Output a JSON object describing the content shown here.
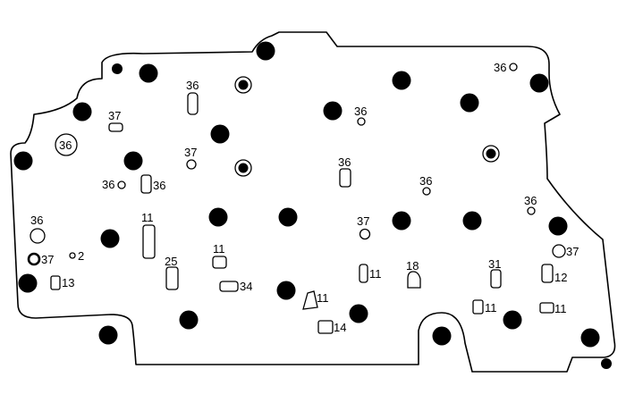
{
  "callouts": {
    "c1": "36",
    "c2": "37",
    "c3": "36",
    "c4": "37",
    "c5": "36",
    "c6": "36",
    "c7": "11",
    "c8": "36",
    "c9": "37",
    "c10": "2",
    "c11": "13",
    "c12": "25",
    "c13": "11",
    "c14": "34",
    "c15": "36",
    "c16": "36",
    "c17": "37",
    "c18": "11",
    "c19": "11",
    "c20": "18",
    "c21": "14",
    "c22": "36",
    "c23": "36",
    "c24": "31",
    "c25": "37",
    "c26": "12",
    "c27": "11",
    "c28": "11",
    "c29": "36"
  }
}
